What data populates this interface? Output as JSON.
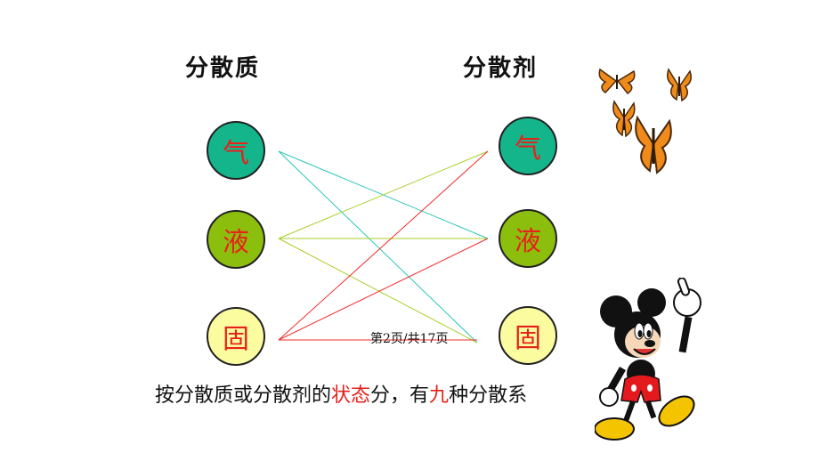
{
  "headings": {
    "solute": "分散质",
    "solvent": "分散剂"
  },
  "states": {
    "gas": "气",
    "liquid": "液",
    "solid": "固"
  },
  "page_number": "第2页/共17页",
  "caption": {
    "part1": "按分散质或分散剂的",
    "highlight1": "状态",
    "part2": "分，有",
    "highlight2": "九",
    "part3": "种分散系"
  },
  "colors": {
    "gas": "#15b58c",
    "liquid": "#8cbf0d",
    "solid": "#fbfca0",
    "text_red": "#e8201a"
  }
}
